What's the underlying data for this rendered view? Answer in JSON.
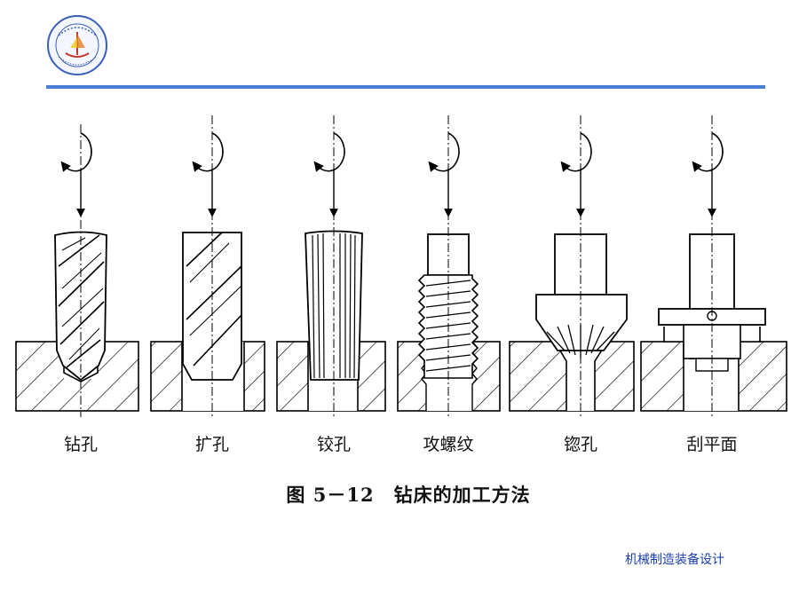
{
  "logo": {
    "icon": "university-seal-icon",
    "lettering": "哈尔滨工业大学 Harbin University of Technology"
  },
  "colors": {
    "rule": "#4a7fd6",
    "footer_text": "#1a3ea8",
    "drawing": "#000000"
  },
  "figure": {
    "labels": [
      "钻孔",
      "扩孔",
      "铰孔",
      "攻螺纹",
      "锪孔",
      "刮平面"
    ],
    "caption": "图 5－12　钻床的加工方法"
  },
  "footer": {
    "course_title": "机械制造装备设计"
  }
}
